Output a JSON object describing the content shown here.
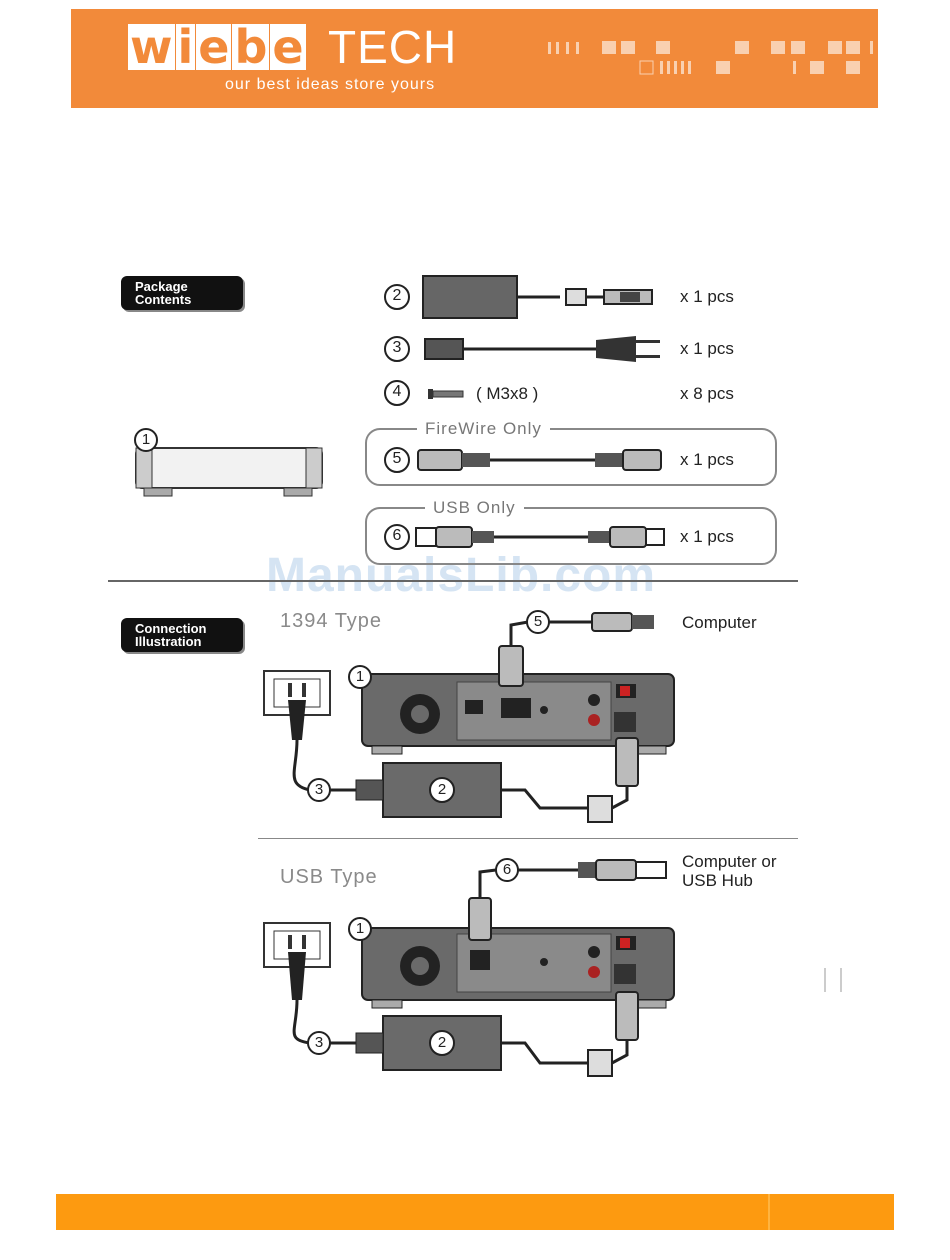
{
  "header": {
    "logo_parts": [
      "w",
      "i",
      "e",
      "b",
      "e"
    ],
    "logo_suffix": "TECH",
    "tagline": "our best ideas store yours",
    "brand_color": "#f28a3a"
  },
  "package": {
    "label_line1": "Package",
    "label_line2": "Contents",
    "items": [
      {
        "num": "2",
        "qty": "x  1 pcs"
      },
      {
        "num": "3",
        "qty": "x  1 pcs"
      },
      {
        "num": "4",
        "spec": "( M3x8 )",
        "qty": "x  8 pcs"
      },
      {
        "num": "5",
        "qty": "x  1 pcs"
      },
      {
        "num": "6",
        "qty": "x  1 pcs"
      }
    ],
    "device_num": "1",
    "firewire_title": "FireWire  Only",
    "usb_title": "USB  Only"
  },
  "connection": {
    "label_line1": "Connection",
    "label_line2": "Illustration",
    "type1394": {
      "title": "1394 Type",
      "cable_num": "5",
      "target": "Computer",
      "device_num": "1",
      "adapter_num": "2",
      "power_num": "3"
    },
    "usb": {
      "title": "USB Type",
      "cable_num": "6",
      "target_line1": "Computer or",
      "target_line2": "USB Hub",
      "device_num": "1",
      "adapter_num": "2",
      "power_num": "3"
    }
  },
  "watermark": "ManualsLib.com",
  "footer_color": "#fd9a10"
}
